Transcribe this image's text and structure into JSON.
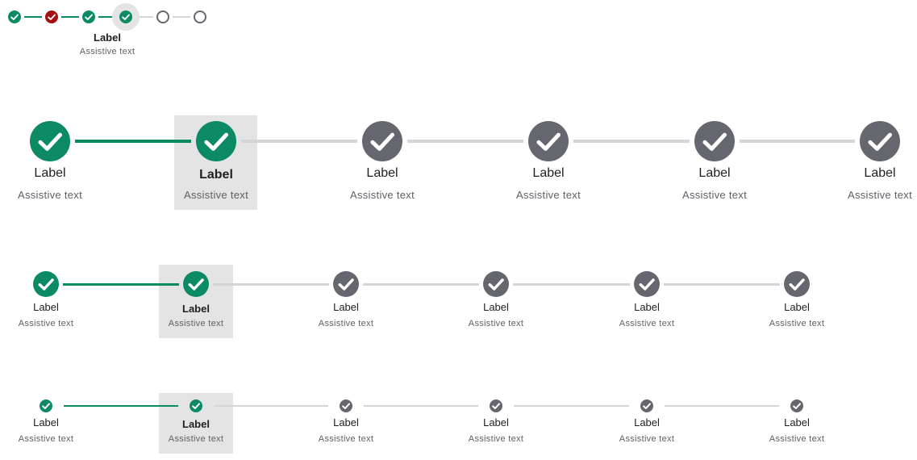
{
  "colors": {
    "complete": "#0c8a63",
    "error": "#a40f0f",
    "default": "#66676e",
    "connector_done": "#0c8a63",
    "connector_todo": "#d5d5d9",
    "highlight": "#e4e4e4",
    "label": "#1f1f24",
    "assistive": "#5f5f66"
  },
  "mini_stepper": {
    "steps": [
      {
        "state": "complete",
        "icon": "check-icon"
      },
      {
        "state": "error",
        "icon": "check-icon"
      },
      {
        "state": "complete",
        "icon": "check-icon"
      },
      {
        "state": "current",
        "icon": "check-icon"
      },
      {
        "state": "incomplete",
        "icon": ""
      },
      {
        "state": "incomplete",
        "icon": ""
      }
    ],
    "current_label": "Label",
    "current_assistive": "Assistive text"
  },
  "stepper_large": {
    "steps": [
      {
        "state": "complete",
        "label": "Label",
        "assistive": "Assistive text"
      },
      {
        "state": "current",
        "label": "Label",
        "assistive": "Assistive text"
      },
      {
        "state": "default",
        "label": "Label",
        "assistive": "Assistive text"
      },
      {
        "state": "default",
        "label": "Label",
        "assistive": "Assistive text"
      },
      {
        "state": "default",
        "label": "Label",
        "assistive": "Assistive text"
      },
      {
        "state": "default",
        "label": "Label",
        "assistive": "Assistive text"
      }
    ]
  },
  "stepper_medium": {
    "steps": [
      {
        "state": "complete",
        "label": "Label",
        "assistive": "Assistive text"
      },
      {
        "state": "current",
        "label": "Label",
        "assistive": "Assistive text"
      },
      {
        "state": "default",
        "label": "Label",
        "assistive": "Assistive text"
      },
      {
        "state": "default",
        "label": "Label",
        "assistive": "Assistive text"
      },
      {
        "state": "default",
        "label": "Label",
        "assistive": "Assistive text"
      },
      {
        "state": "default",
        "label": "Label",
        "assistive": "Assistive text"
      }
    ]
  },
  "stepper_small": {
    "steps": [
      {
        "state": "complete",
        "label": "Label",
        "assistive": "Assistive text"
      },
      {
        "state": "current",
        "label": "Label",
        "assistive": "Assistive text"
      },
      {
        "state": "default",
        "label": "Label",
        "assistive": "Assistive text"
      },
      {
        "state": "default",
        "label": "Label",
        "assistive": "Assistive text"
      },
      {
        "state": "default",
        "label": "Label",
        "assistive": "Assistive text"
      },
      {
        "state": "default",
        "label": "Label",
        "assistive": "Assistive text"
      }
    ]
  }
}
